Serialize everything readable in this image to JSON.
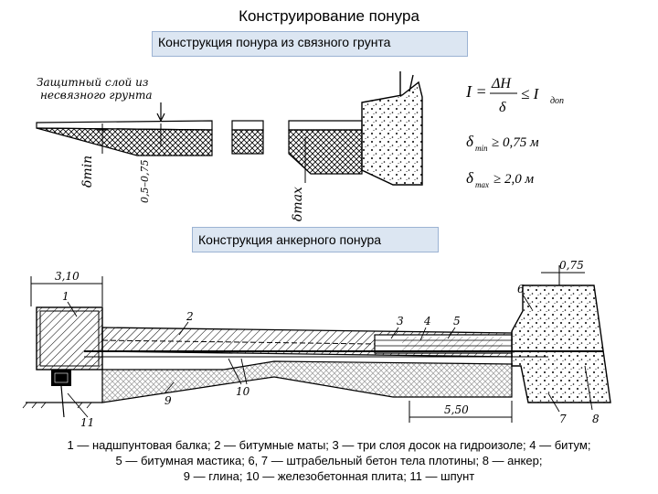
{
  "page": {
    "title": "Конструирование понура"
  },
  "section1": {
    "caption": "Конструкция понура из связного грунта",
    "labels": {
      "protective_layer_line1": "Защитный слой из",
      "protective_layer_line2": "несвязного грунта",
      "delta_min": "δmin",
      "range": "0,5–0,75",
      "delta_max": "δmax"
    },
    "formulas": {
      "gradient_lhs": "I = ",
      "gradient_num": "ΔH",
      "gradient_den": "δ",
      "gradient_rhs": "≤ I",
      "gradient_sub": "доп",
      "min_sym": "δ",
      "min_sub": "min",
      "min_val": "≥ 0,75 м",
      "max_sym": "δ",
      "max_sub": "max",
      "max_val": "≥ 2,0 м"
    }
  },
  "section2": {
    "caption": "Конструкция анкерного понура",
    "dims": {
      "left_width": "3,10",
      "right_width": "0,75",
      "bottom_span": "5,50"
    },
    "callouts": [
      "1",
      "2",
      "3",
      "4",
      "5",
      "6",
      "7",
      "8",
      "9",
      "10",
      "11"
    ]
  },
  "legend": {
    "line1": "1 — надшпунтовая балка; 2 — битумные маты; 3 — три слоя досок на гидроизоле; 4 — битум;",
    "line2": "5 — битумная мастика; 6, 7 — штрабельный бетон тела плотины; 8 — анкер;",
    "line3": "9 — глина; 10 — железобетонная плита; 11 — шпунт"
  }
}
